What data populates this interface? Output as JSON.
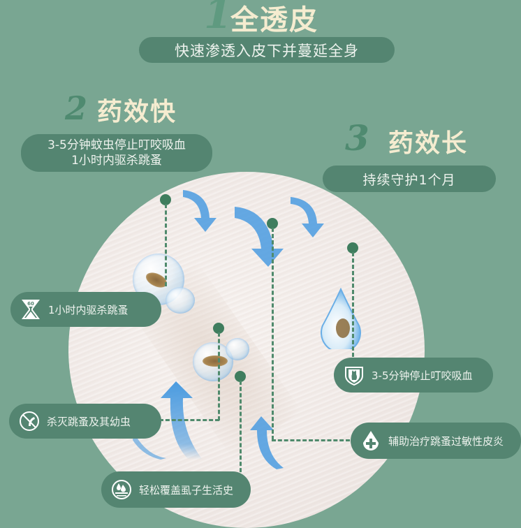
{
  "colors": {
    "background": "#79a692",
    "pill": "#548571",
    "heading_text": "#f5ecd0",
    "number_accent": "#4f8a70",
    "arrow_blue": "#4a9be0",
    "dot_green": "#3f7d5e"
  },
  "section1": {
    "number": "1",
    "title": "全透皮",
    "subtitle": "快速渗透入皮下并蔓延全身"
  },
  "section2": {
    "number": "2",
    "title": "药效快",
    "lines": [
      "3-5分钟蚊虫停止叮咬吸血",
      "1小时内驱杀跳蚤"
    ]
  },
  "section3": {
    "number": "3",
    "title": "药效长",
    "subtitle": "持续守护1个月"
  },
  "features": [
    {
      "icon": "hourglass-60-icon",
      "icon_label": "60",
      "label": "1小时内驱杀跳蚤"
    },
    {
      "icon": "cat-shield-icon",
      "label": "3-5分钟停止叮咬吸血"
    },
    {
      "icon": "no-flea-icon",
      "label": "杀灭跳蚤及其幼虫"
    },
    {
      "icon": "drop-plus-icon",
      "label": "辅助治疗跳蚤过敏性皮炎"
    },
    {
      "icon": "skin-drops-icon",
      "label": "轻松覆盖虱子生活史"
    }
  ]
}
